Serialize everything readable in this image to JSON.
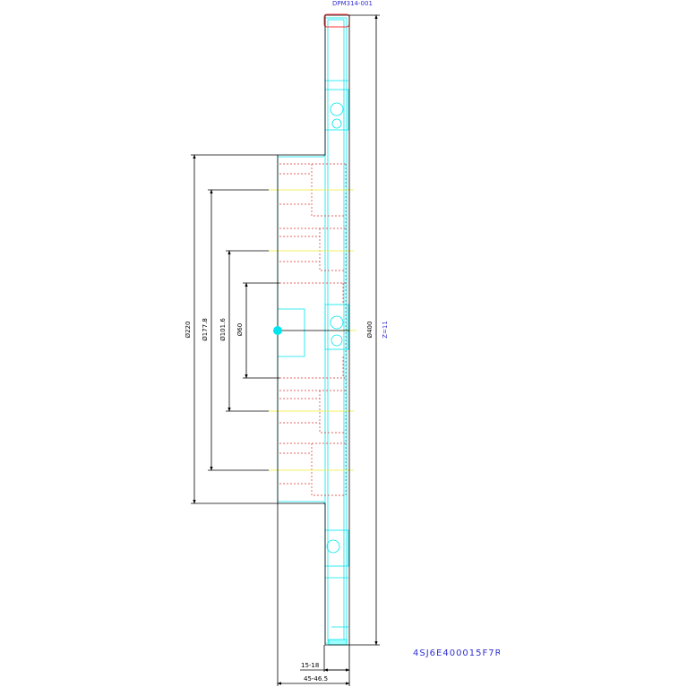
{
  "drawing": {
    "part_number": "DPM314-001",
    "model_code": "4SJ6E400015F7R0(",
    "dimensions": {
      "d220": "Ø220",
      "d177": "Ø177.8",
      "d101": "Ø101.6",
      "d60": "Ø60",
      "d400": "Ø400",
      "teeth": "Z=11",
      "width_small": "15-18",
      "width_total": "45-46.5"
    },
    "colors": {
      "outline": "#000000",
      "cyan": "#00e5ee",
      "hidden": "#e03030",
      "pitch": "#f0f060",
      "text_blue": "#3030d0",
      "highlight": "#ff3030"
    }
  }
}
